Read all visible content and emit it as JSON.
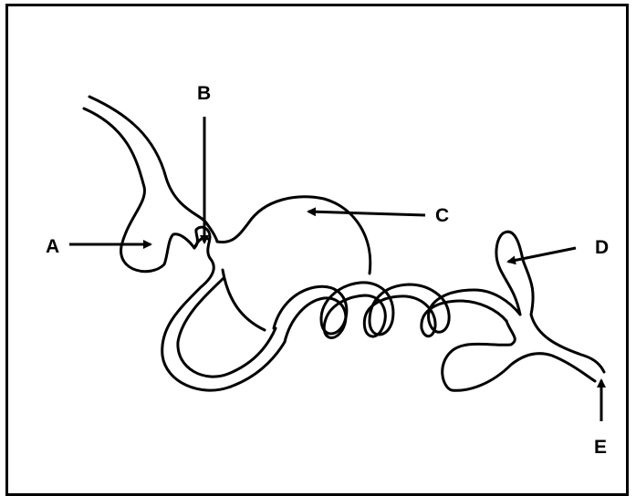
{
  "labels": {
    "a": "A",
    "b": "B",
    "c": "C",
    "d": "D",
    "e": "E"
  },
  "colors": {
    "ink": "#000000",
    "background": "#ffffff"
  }
}
